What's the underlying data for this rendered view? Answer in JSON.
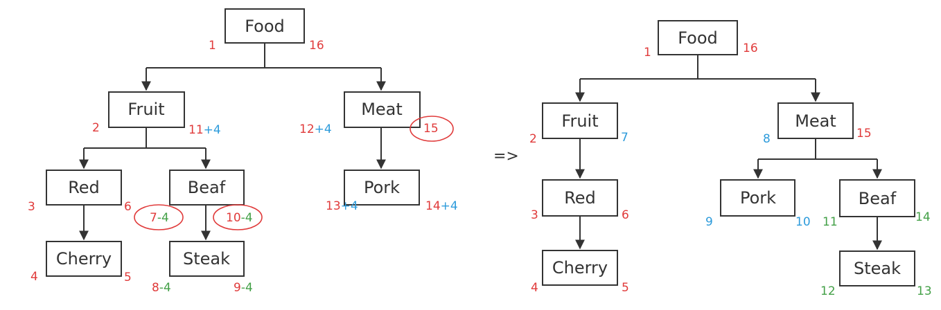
{
  "colors": {
    "red": "#e03a3a",
    "blue": "#2d9bdb",
    "green": "#43a047",
    "dark": "#333333"
  },
  "transform_symbol": "=>",
  "left_tree": {
    "nodes": {
      "food": "Food",
      "fruit": "Fruit",
      "meat": "Meat",
      "red": "Red",
      "beaf": "Beaf",
      "pork": "Pork",
      "cherry": "Cherry",
      "steak": "Steak"
    },
    "numbers": [
      {
        "id": "food-left",
        "parts": [
          [
            "1",
            "red"
          ]
        ]
      },
      {
        "id": "food-right",
        "parts": [
          [
            "16",
            "red"
          ]
        ]
      },
      {
        "id": "fruit-left",
        "parts": [
          [
            "2",
            "red"
          ]
        ]
      },
      {
        "id": "fruit-right",
        "parts": [
          [
            "11",
            "red"
          ],
          [
            "+4",
            "blue"
          ]
        ]
      },
      {
        "id": "meat-left",
        "parts": [
          [
            "12",
            "red"
          ],
          [
            "+4",
            "blue"
          ]
        ]
      },
      {
        "id": "meat-right",
        "parts": [
          [
            "15",
            "red"
          ]
        ]
      },
      {
        "id": "red-left",
        "parts": [
          [
            "3",
            "red"
          ]
        ]
      },
      {
        "id": "red-right",
        "parts": [
          [
            "6",
            "red"
          ]
        ]
      },
      {
        "id": "beaf-left",
        "parts": [
          [
            "7",
            "red"
          ],
          [
            "-4",
            "green"
          ]
        ]
      },
      {
        "id": "beaf-right",
        "parts": [
          [
            "10",
            "red"
          ],
          [
            "-4",
            "green"
          ]
        ]
      },
      {
        "id": "pork-left",
        "parts": [
          [
            "13",
            "red"
          ],
          [
            "+4",
            "blue"
          ]
        ]
      },
      {
        "id": "pork-right",
        "parts": [
          [
            "14",
            "red"
          ],
          [
            "+4",
            "blue"
          ]
        ]
      },
      {
        "id": "cherry-left",
        "parts": [
          [
            "4",
            "red"
          ]
        ]
      },
      {
        "id": "cherry-right",
        "parts": [
          [
            "5",
            "red"
          ]
        ]
      },
      {
        "id": "steak-left",
        "parts": [
          [
            "8",
            "red"
          ],
          [
            "-4",
            "green"
          ]
        ]
      },
      {
        "id": "steak-right",
        "parts": [
          [
            "9",
            "red"
          ],
          [
            "-4",
            "green"
          ]
        ]
      }
    ]
  },
  "right_tree": {
    "nodes": {
      "food": "Food",
      "fruit": "Fruit",
      "meat": "Meat",
      "red": "Red",
      "pork": "Pork",
      "beaf": "Beaf",
      "cherry": "Cherry",
      "steak": "Steak"
    },
    "numbers": [
      {
        "id": "food-left",
        "parts": [
          [
            "1",
            "red"
          ]
        ]
      },
      {
        "id": "food-right",
        "parts": [
          [
            "16",
            "red"
          ]
        ]
      },
      {
        "id": "fruit-left",
        "parts": [
          [
            "2",
            "red"
          ]
        ]
      },
      {
        "id": "fruit-right",
        "parts": [
          [
            "7",
            "blue"
          ]
        ]
      },
      {
        "id": "meat-left",
        "parts": [
          [
            "8",
            "blue"
          ]
        ]
      },
      {
        "id": "meat-right",
        "parts": [
          [
            "15",
            "red"
          ]
        ]
      },
      {
        "id": "red-left",
        "parts": [
          [
            "3",
            "red"
          ]
        ]
      },
      {
        "id": "red-right",
        "parts": [
          [
            "6",
            "red"
          ]
        ]
      },
      {
        "id": "pork-left",
        "parts": [
          [
            "9",
            "blue"
          ]
        ]
      },
      {
        "id": "pork-right",
        "parts": [
          [
            "10",
            "blue"
          ]
        ]
      },
      {
        "id": "beaf-left",
        "parts": [
          [
            "11",
            "green"
          ]
        ]
      },
      {
        "id": "beaf-right",
        "parts": [
          [
            "14",
            "green"
          ]
        ]
      },
      {
        "id": "cherry-left",
        "parts": [
          [
            "4",
            "red"
          ]
        ]
      },
      {
        "id": "cherry-right",
        "parts": [
          [
            "5",
            "red"
          ]
        ]
      },
      {
        "id": "steak-left",
        "parts": [
          [
            "12",
            "green"
          ]
        ]
      },
      {
        "id": "steak-right",
        "parts": [
          [
            "13",
            "green"
          ]
        ]
      }
    ]
  }
}
